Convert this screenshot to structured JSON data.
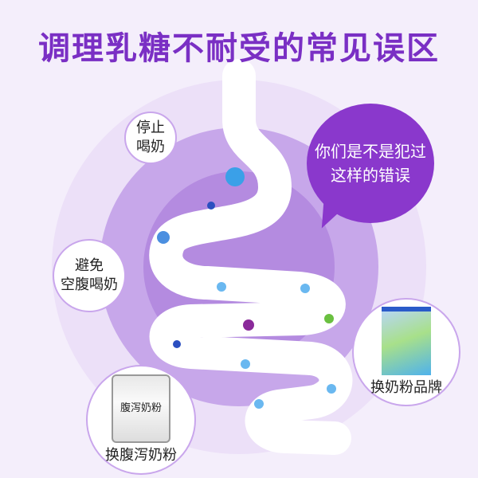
{
  "title": "调理乳糖不耐受的常见误区",
  "bubble": {
    "line1": "你们是不是犯过",
    "line2": "这样的错误"
  },
  "items": [
    {
      "line1": "停止",
      "line2": "喝奶"
    },
    {
      "line1": "避免",
      "line2": "空腹喝奶"
    },
    {
      "label": "换腹泻奶粉",
      "product_text": "腹泻奶粉"
    },
    {
      "label": "换奶粉品牌"
    }
  ],
  "colors": {
    "accent": "#7a2fc4",
    "bubble": "#8a38cc",
    "background": "#f4eefb"
  }
}
